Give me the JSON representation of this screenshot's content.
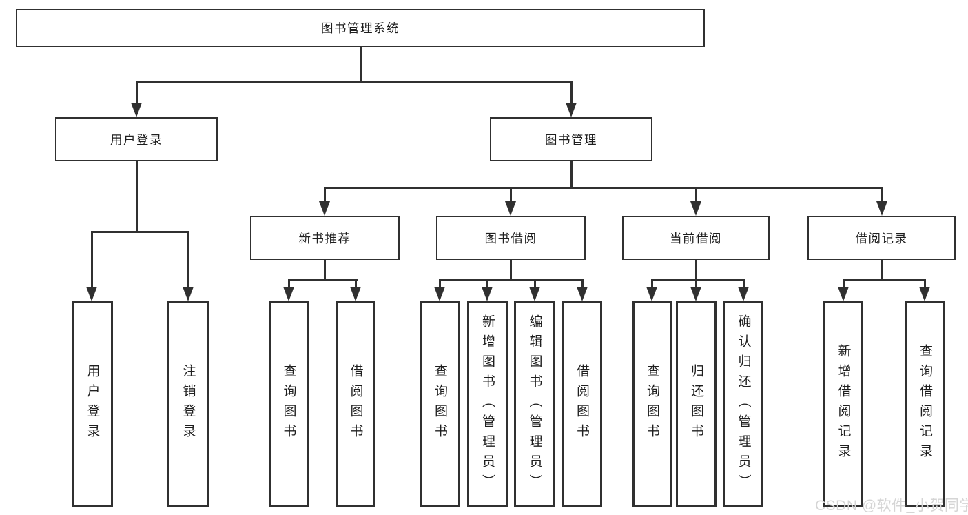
{
  "tree": {
    "root": "图书管理系统",
    "branches": [
      {
        "label": "用户登录",
        "leaves": [
          "用户登录",
          "注销登录"
        ]
      },
      {
        "label": "图书管理",
        "groups": [
          {
            "label": "新书推荐",
            "leaves": [
              "查询图书",
              "借阅图书"
            ]
          },
          {
            "label": "图书借阅",
            "leaves": [
              "查询图书",
              "新增图书（管理员）",
              "编辑图书（管理员）",
              "借阅图书"
            ]
          },
          {
            "label": "当前借阅",
            "leaves": [
              "查询图书",
              "归还图书",
              "确认归还（管理员）"
            ]
          },
          {
            "label": "借阅记录",
            "leaves": [
              "新增借阅记录",
              "查询借阅记录"
            ]
          }
        ]
      }
    ]
  },
  "watermark": {
    "text": "CSDN @软件_小贺同学"
  },
  "colors": {
    "line": "#303030",
    "box_border": "#303030",
    "box_background": "#ffffff",
    "text": "#1f1f1f",
    "watermark": "#d5d5d5",
    "page_background": "#ffffff"
  }
}
